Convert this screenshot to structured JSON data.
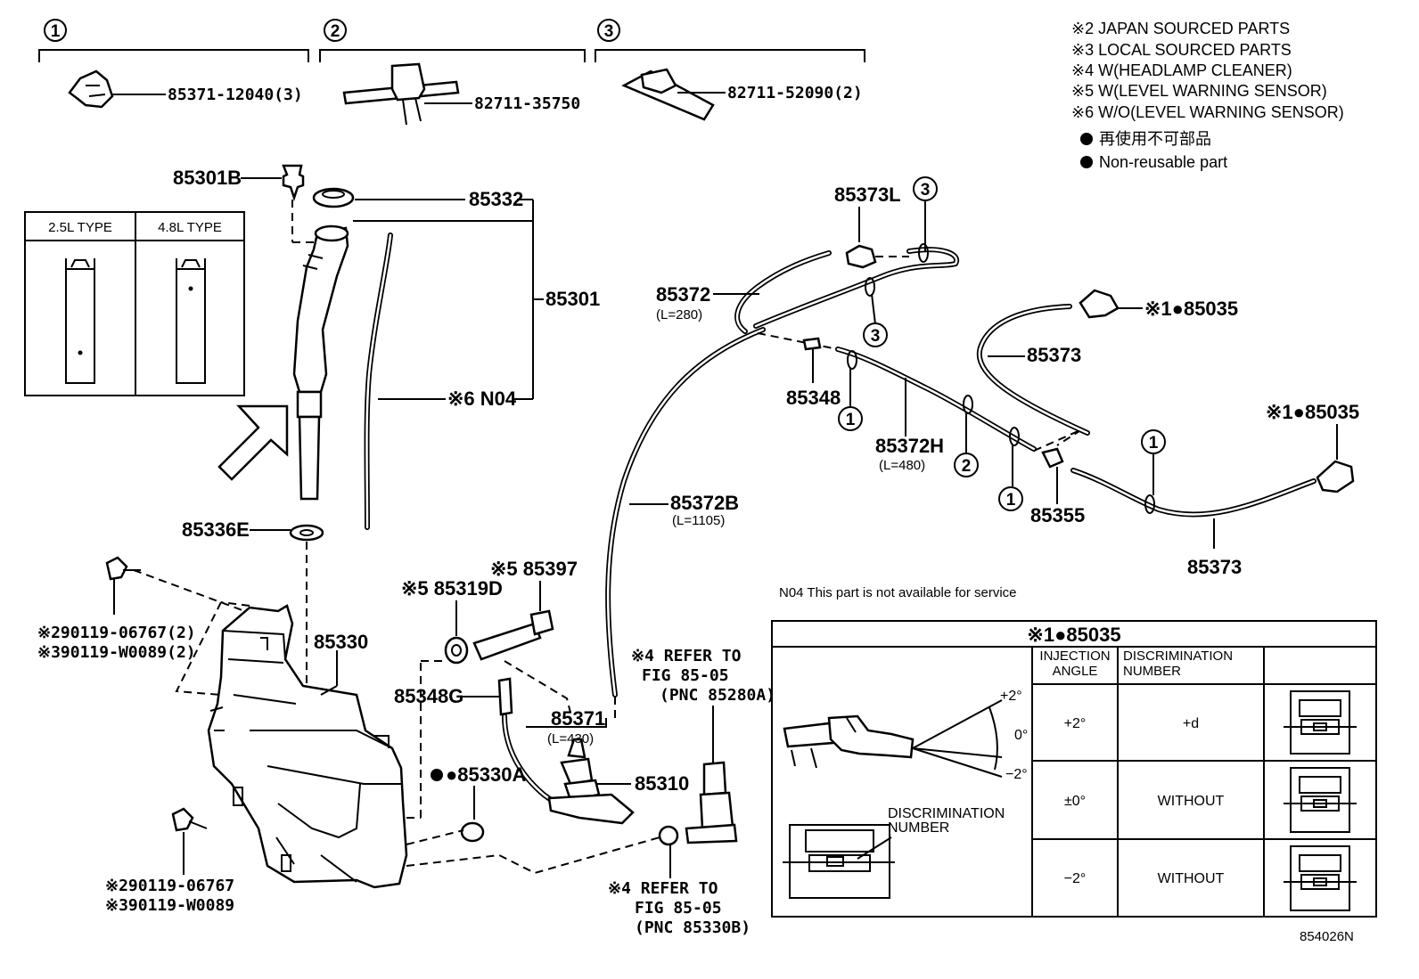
{
  "legend": {
    "notes": [
      "※2 JAPAN SOURCED PARTS",
      "※3 LOCAL SOURCED PARTS",
      "※4 W(HEADLAMP CLEANER)",
      "※5 W(LEVEL WARNING SENSOR)",
      "※6 W/O(LEVEL WARNING SENSOR)"
    ],
    "nonreusable_jp": "再使用不可部品",
    "nonreusable_en": "Non-reusable part"
  },
  "groups": [
    {
      "num": "1",
      "part": "85371-12040(3)"
    },
    {
      "num": "2",
      "part": "82711-35750"
    },
    {
      "num": "3",
      "part": "82711-52090(2)"
    }
  ],
  "type_box": {
    "left": "2.5L TYPE",
    "right": "4.8L TYPE"
  },
  "labels": {
    "p85301B": "85301B",
    "p85332": "85332",
    "p85301": "85301",
    "pN04": "※6 N04",
    "p85336E": "85336E",
    "p90119a1": "※290119-06767(2)",
    "p90119a2": "※390119-W0089(2)",
    "p85330": "85330",
    "p90119b1": "※290119-06767",
    "p90119b2": "※390119-W0089",
    "p85319D": "※5 85319D",
    "p85397": "※5 85397",
    "p85348G": "85348G",
    "p85371": "85371",
    "p85371L": "(L=430)",
    "p85330A": "●85330A",
    "p85310": "85310",
    "ref1a": "※4 REFER TO",
    "ref1b": "FIG 85-05",
    "ref1c": "(PNC 85280A)",
    "ref2a": "※4 REFER TO",
    "ref2b": "FIG 85-05",
    "ref2c": "(PNC 85330B)",
    "p85372B": "85372B",
    "p85372BL": "(L=1105)",
    "p85373L": "85373L",
    "p85372": "85372",
    "p85372L": "(L=280)",
    "p85348": "85348",
    "p85372H": "85372H",
    "p85372HL": "(L=480)",
    "p85355": "85355",
    "p85373a": "85373",
    "p85373b": "85373",
    "p85035a": "※1●85035",
    "p85035b": "※1●85035",
    "n04_note": "N04  This part is not available for service",
    "figure_id": "854026N"
  },
  "callouts": {
    "c1": "1",
    "c2": "2",
    "c3": "3"
  },
  "nozzle_table": {
    "title": "※1●85035",
    "headers": [
      "INJECTION ANGLE",
      "DISCRIMINATION NUMBER"
    ],
    "rows": [
      {
        "angle": "+2°",
        "number": "+d"
      },
      {
        "angle": "±0°",
        "number": "WITHOUT"
      },
      {
        "angle": "−2°",
        "number": "WITHOUT"
      }
    ],
    "angle_marks": [
      "+2°",
      "0°",
      "−2°"
    ],
    "disc_label_1": "DISCRIMINATION",
    "disc_label_2": "NUMBER"
  }
}
